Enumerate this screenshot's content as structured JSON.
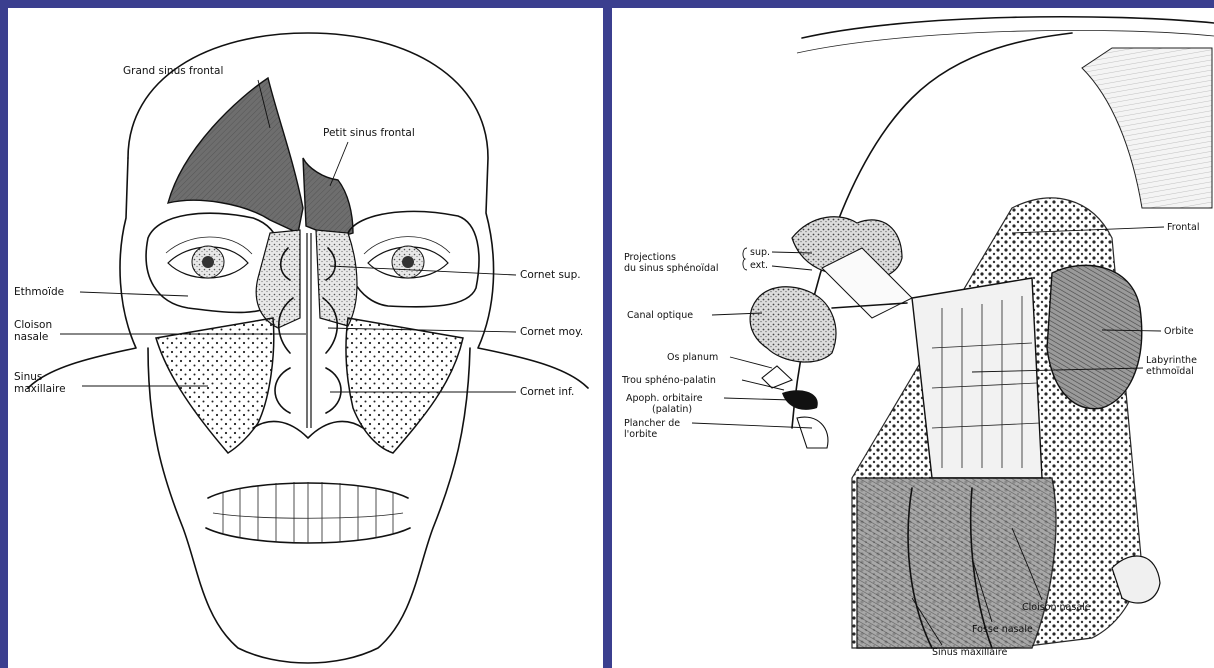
{
  "left_panel": {
    "labels": {
      "grand_sinus": "Grand sinus frontal",
      "petit_sinus": "Petit sinus frontal",
      "ethmoide": "Ethmoïde",
      "cloison_1": "Cloison",
      "cloison_2": "nasale",
      "sinus_1": "Sinus",
      "sinus_2": "maxillaire",
      "cornet_sup": "Cornet sup.",
      "cornet_moy": "Cornet moy.",
      "cornet_inf": "Cornet inf."
    }
  },
  "right_panel": {
    "labels": {
      "proj_1": "Projections",
      "proj_2": "du sinus sphénoïdal",
      "sup": "sup.",
      "ext": "ext.",
      "canal": "Canal optique",
      "os_planum": "Os planum",
      "trou": "Trou sphéno-palatin",
      "apoph_1": "Apoph. orbitaire",
      "apoph_2": "(palatin)",
      "plancher_1": "Plancher de",
      "plancher_2": "l'orbite",
      "frontal": "Frontal",
      "orbite": "Orbite",
      "laby_1": "Labyrinthe",
      "laby_2": "ethmoïdal",
      "cloison": "Cloison nasale",
      "fosse": "Fosse nasale",
      "sinus_max": "Sinus maxillaire"
    }
  },
  "colors": {
    "frame": "#3b3f8f",
    "sinus_fill": "#6e6e6e",
    "background": "#ffffff"
  }
}
